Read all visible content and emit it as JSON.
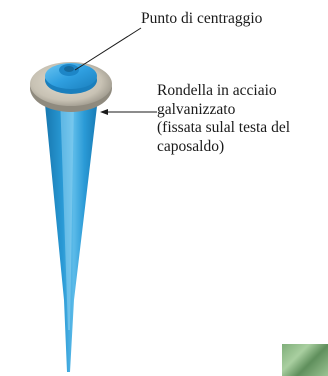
{
  "labels": {
    "center_point": "Punto di centraggio",
    "washer": {
      "line1": "Rondella in acciaio",
      "line2": "galvanizzato",
      "line3": "(fissata sulal testa del",
      "line4": "caposaldo)"
    }
  },
  "colors": {
    "stake_blue": "#2a9ad6",
    "stake_dark": "#1779b3",
    "stake_light": "#5cbbe9",
    "washer_gray": "#c8c2b4",
    "washer_dark": "#8f8a7e",
    "cap_blue": "#2f9fe0",
    "leader_line": "#1a1a1a"
  }
}
